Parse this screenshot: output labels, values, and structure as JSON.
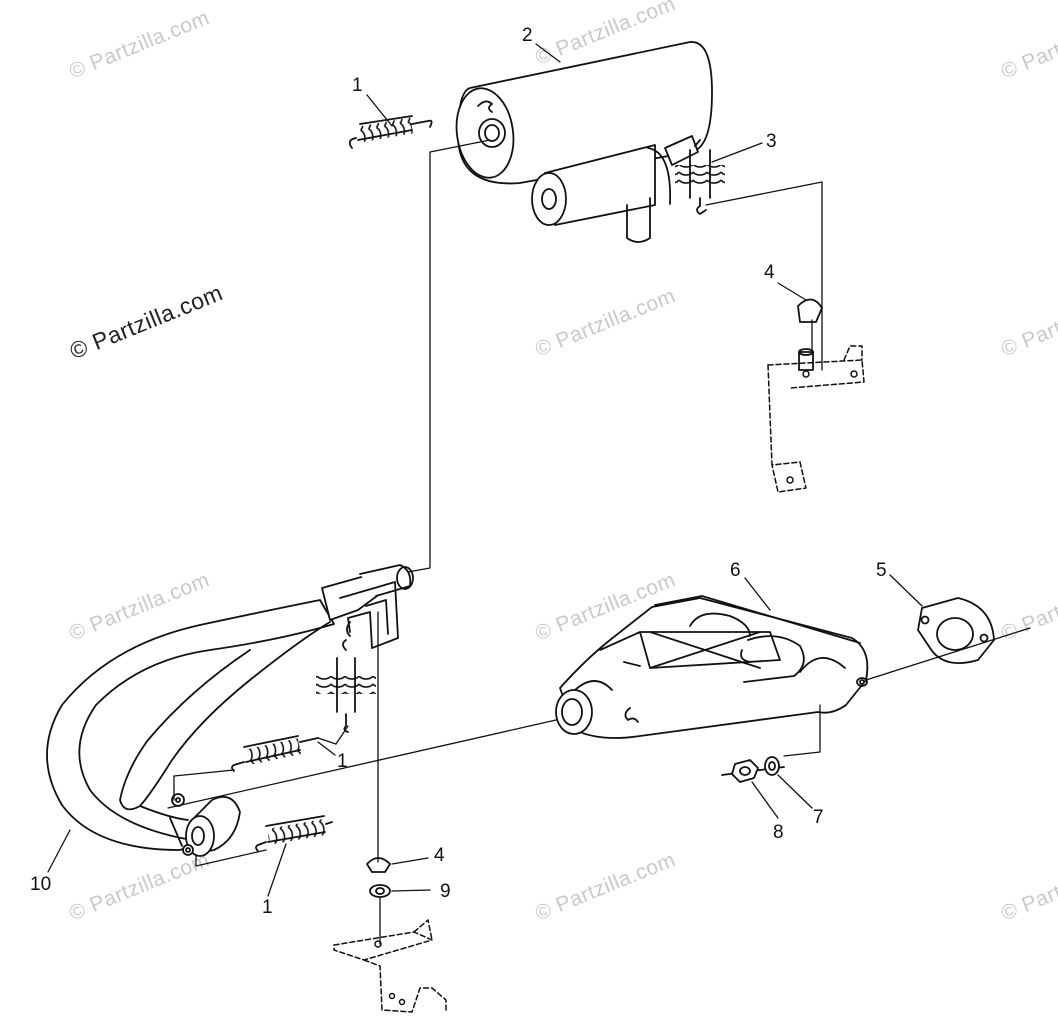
{
  "watermark": {
    "main": "© Partzilla.com",
    "faint": "© Partzilla.com"
  },
  "callouts": [
    {
      "id": "c1a",
      "text": "1"
    },
    {
      "id": "c2",
      "text": "2"
    },
    {
      "id": "c3",
      "text": "3"
    },
    {
      "id": "c4a",
      "text": "4"
    },
    {
      "id": "c5",
      "text": "5"
    },
    {
      "id": "c6",
      "text": "6"
    },
    {
      "id": "c1b",
      "text": "1"
    },
    {
      "id": "c7",
      "text": "7"
    },
    {
      "id": "c8",
      "text": "8"
    },
    {
      "id": "c4b",
      "text": "4"
    },
    {
      "id": "c9",
      "text": "9"
    },
    {
      "id": "c10",
      "text": "10"
    },
    {
      "id": "c1c",
      "text": "1"
    }
  ],
  "parts": [
    {
      "name": "spring",
      "number": "1"
    },
    {
      "name": "muffler",
      "number": "2"
    },
    {
      "name": "spring",
      "number": "3"
    },
    {
      "name": "grommet",
      "number": "4"
    },
    {
      "name": "gasket",
      "number": "5"
    },
    {
      "name": "exhaust-manifold",
      "number": "6"
    },
    {
      "name": "washer",
      "number": "7"
    },
    {
      "name": "nut",
      "number": "8"
    },
    {
      "name": "washer",
      "number": "9"
    },
    {
      "name": "exhaust-pipe",
      "number": "10"
    }
  ]
}
